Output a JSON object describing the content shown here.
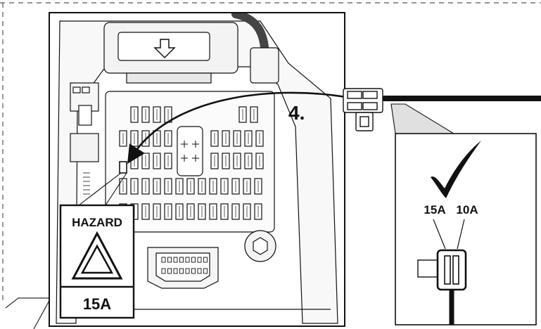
{
  "step": {
    "number": "4."
  },
  "hazard_panel": {
    "title": "HAZARD",
    "rating": "15A"
  },
  "detail_panel": {
    "label_left": "15A",
    "label_right": "10A",
    "icon": "check-icon"
  },
  "colors": {
    "ink": "#111111",
    "panel_bg": "#f3f3f3",
    "highlight": "#e0e0e0"
  }
}
